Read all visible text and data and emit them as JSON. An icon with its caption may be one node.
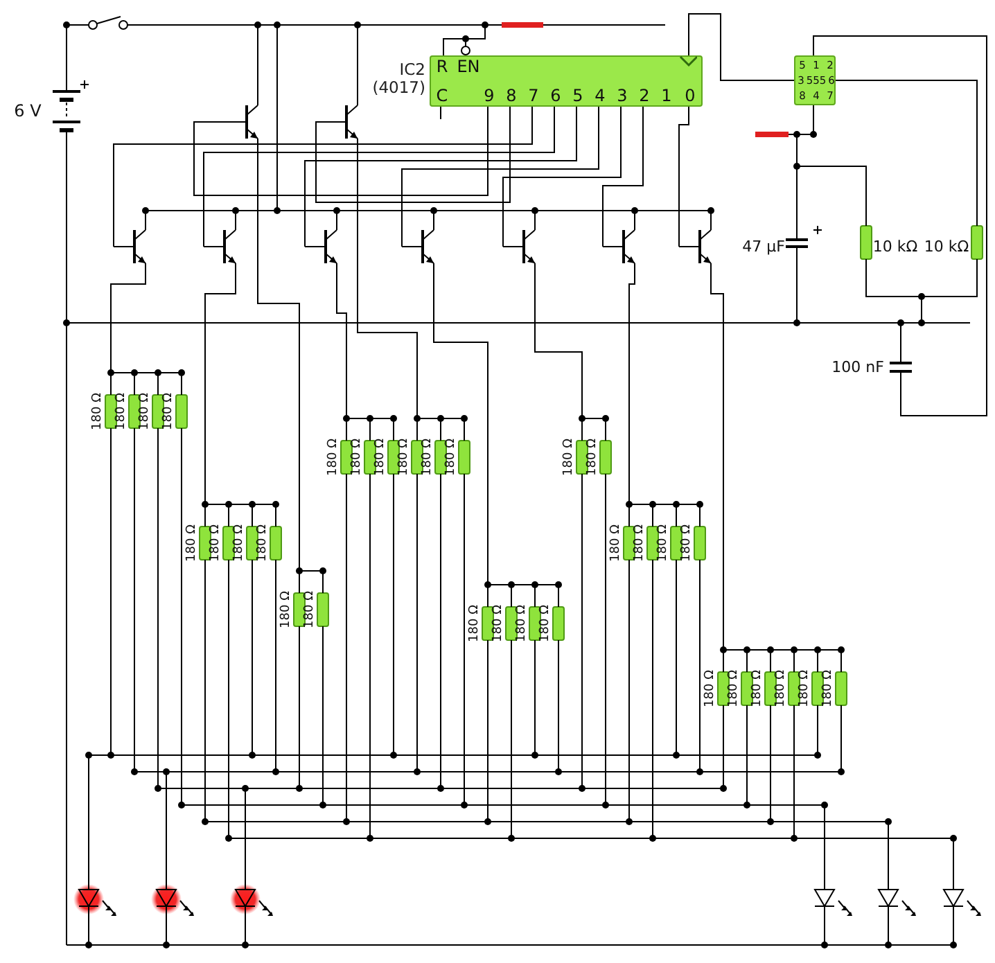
{
  "diagram": {
    "nodes": [
      {
        "text": [
          "IC2 (4017)",
          "R",
          "EN",
          "C",
          "9",
          "8",
          "7",
          "6",
          "5",
          "4",
          "3",
          "2",
          "1",
          "0"
        ]
      },
      {
        "text": [
          "5",
          "1",
          "2",
          "3",
          "555",
          "6",
          "8",
          "4",
          "7"
        ]
      }
    ],
    "edges": [
      {
        "from": 1,
        "to": 0,
        "arrow": "to"
      }
    ],
    "labels": [
      "6 V",
      "47 µF",
      "10 kΩ",
      "10 kΩ",
      "100 nF",
      "180 Ω",
      "180 Ω",
      "180 Ω",
      "180 Ω",
      "180 Ω",
      "180 Ω",
      "180 Ω",
      "180 Ω",
      "180 Ω",
      "180 Ω",
      "180 Ω",
      "180 Ω",
      "180 Ω",
      "180 Ω",
      "180 Ω",
      "180 Ω",
      "180 Ω",
      "180 Ω",
      "180 Ω",
      "180 Ω",
      "180 Ω",
      "180 Ω",
      "180 Ω",
      "180 Ω",
      "180 Ω",
      "180 Ω",
      "180 Ω",
      "180 Ω",
      "180 Ω",
      "180 Ω",
      "180 Ω",
      "180 Ω"
    ]
  }
}
